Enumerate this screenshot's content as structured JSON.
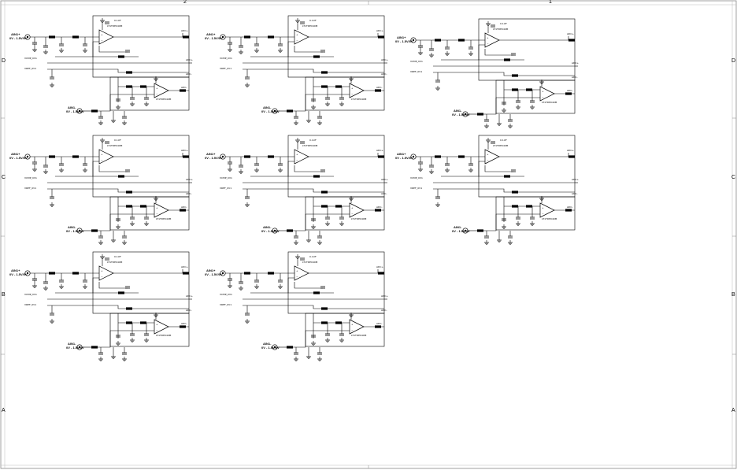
{
  "frame": {
    "top_zones": [
      "2",
      "1"
    ],
    "left_zones": [
      "D",
      "C",
      "B",
      "A"
    ],
    "right_zones": [
      "D",
      "C",
      "B",
      "A"
    ]
  },
  "channel_common": {
    "in_plus": "AIN1+",
    "in_minus": "AIN1-",
    "bnc_ref": "0V - 1.5V/0V",
    "opamp": "LT1TDE040M",
    "cap_note": "0.1UF",
    "vcm": "VCMP_0V1",
    "vref": "VREF_0V1",
    "out_p": "ADC+",
    "out_n": "ADC-"
  },
  "channels": [
    {
      "id": "ch1"
    },
    {
      "id": "ch2"
    },
    {
      "id": "ch3"
    },
    {
      "id": "ch4"
    },
    {
      "id": "ch5"
    },
    {
      "id": "ch6"
    },
    {
      "id": "ch7"
    },
    {
      "id": "ch8"
    }
  ]
}
